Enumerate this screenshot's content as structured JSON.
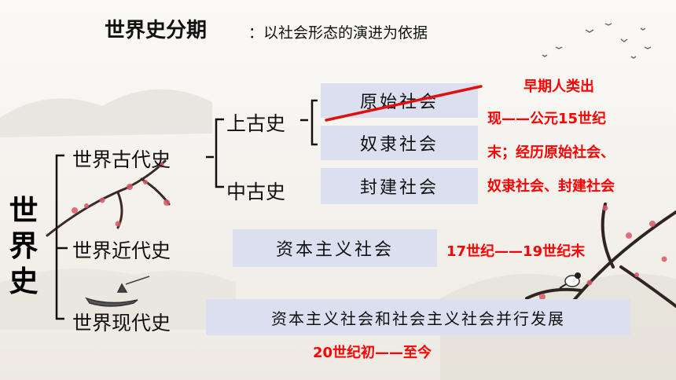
{
  "title": {
    "main": "世界史分期",
    "sub": "：以社会形态的演进为依据"
  },
  "root": "世界史",
  "periods": {
    "ancient": "世界古代史",
    "modern": "世界近代史",
    "contemporary": "世界现代史"
  },
  "sub_periods": {
    "upper": "上古史",
    "middle": "中古史"
  },
  "societies": {
    "primitive": "原始社会",
    "slave": "奴隶社会",
    "feudal": "封建社会",
    "capitalist": "资本主义社会",
    "parallel": "资本主义社会和社会主义社会并行发展"
  },
  "notes": {
    "ancient_line1": "早期人类出",
    "ancient_line2": "现——公元15世纪",
    "ancient_line3": "末；经历原始社会、",
    "ancient_line4": "奴隶社会、封建社会",
    "modern": "17世纪——19世纪末",
    "contemporary": "20世纪初——至今"
  },
  "colors": {
    "note": "#ff0000",
    "box": "#dbdff0",
    "strike": "#e01010"
  }
}
